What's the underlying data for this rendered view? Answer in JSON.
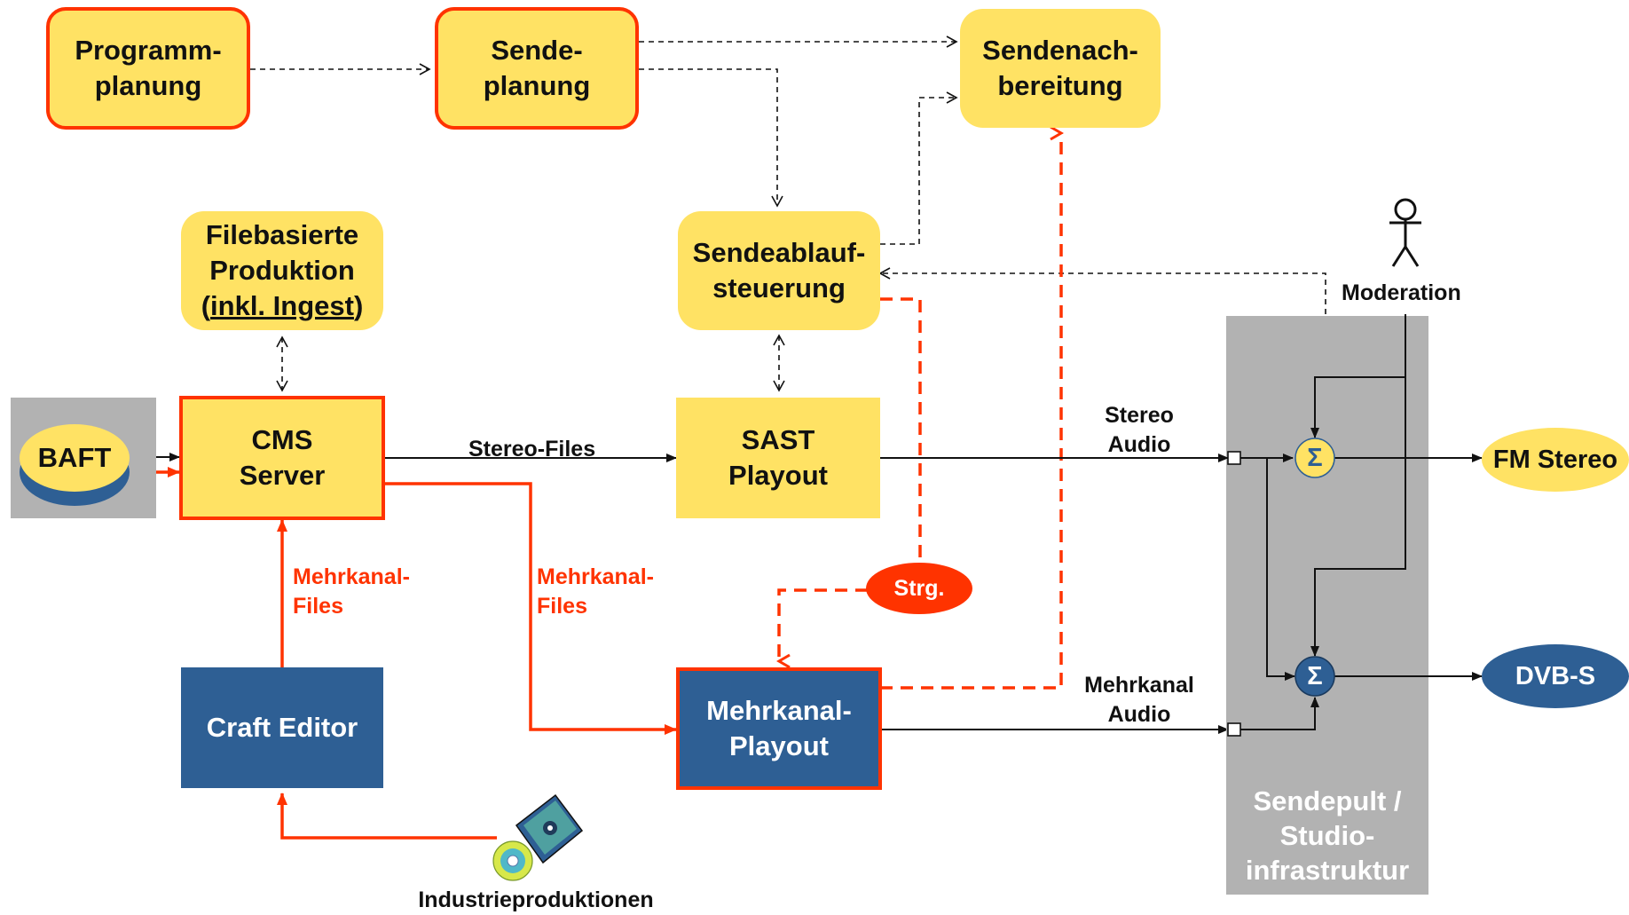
{
  "nodes": {
    "programmplanung": "Programm-\nplanung",
    "sendeplanung": "Sende-\nplanung",
    "sendenachbereitung": "Sendenach-\nbereitung",
    "filebasiert_line1": "Filebasierte",
    "filebasiert_line2": "Produktion",
    "filebasiert_paren_open": "(",
    "filebasiert_underlined": "inkl. Ingest",
    "filebasiert_paren_close": ")",
    "sendeablauf": "Sendeablauf-\nsteuerung",
    "cms_server": "CMS\nServer",
    "sast_playout": "SAST\nPlayout",
    "craft_editor": "Craft Editor",
    "mehrkanal_playout": "Mehrkanal-\nPlayout",
    "baft": "BAFT",
    "strg": "Strg.",
    "fm_stereo": "FM Stereo",
    "dvb_s": "DVB-S",
    "moderation": "Moderation",
    "sendepult": "Sendepult /\nStudio-\ninfrastruktur",
    "sum_symbol": "Σ"
  },
  "labels": {
    "stereo_files": "Stereo-Files",
    "stereo_audio": "Stereo\nAudio",
    "mehrkanal_files_left": "Mehrkanal-\nFiles",
    "mehrkanal_files_mid": "Mehrkanal-\nFiles",
    "mehrkanal_audio": "Mehrkanal\nAudio",
    "industrieproduktionen": "Industrieproduktionen"
  },
  "colors": {
    "yellow": "#FFE264",
    "red": "#FF3300",
    "blue": "#2E5F94",
    "grey": "#B2B2B2",
    "black": "#111111"
  },
  "icons": [
    "stick-figure-icon",
    "cd-icon",
    "cd-case-icon"
  ]
}
